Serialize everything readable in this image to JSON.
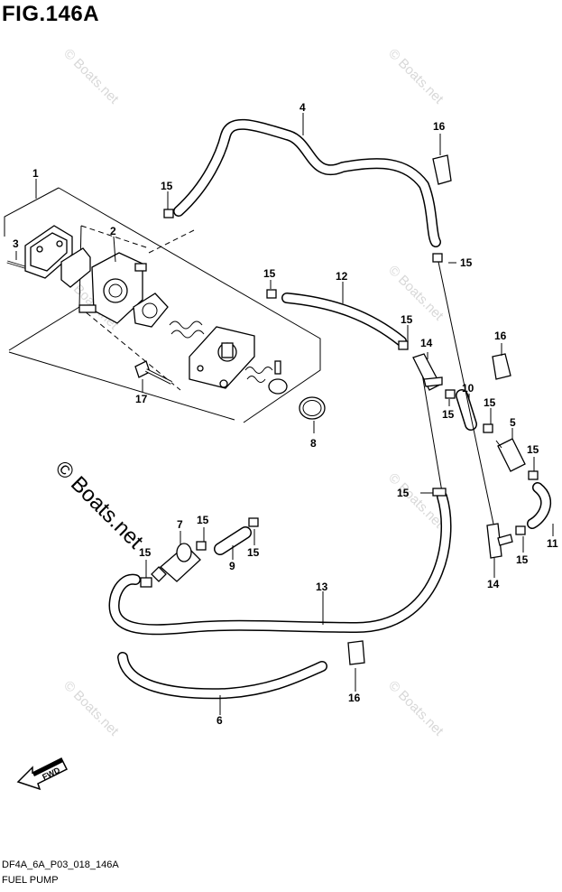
{
  "figure": {
    "title": "FIG.146A",
    "footer_code": "DF4A_6A_P03_018_146A",
    "footer_name": "FUEL PUMP"
  },
  "watermarks": {
    "small": "© Boats.net",
    "large": "© Boats.net"
  },
  "fwd_label": "FWD",
  "callouts": [
    {
      "id": "c1",
      "text": "1"
    },
    {
      "id": "c2",
      "text": "2"
    },
    {
      "id": "c3",
      "text": "3"
    },
    {
      "id": "c4",
      "text": "4"
    },
    {
      "id": "c5",
      "text": "5"
    },
    {
      "id": "c6",
      "text": "6"
    },
    {
      "id": "c7",
      "text": "7"
    },
    {
      "id": "c8",
      "text": "8"
    },
    {
      "id": "c9",
      "text": "9"
    },
    {
      "id": "c10",
      "text": "10"
    },
    {
      "id": "c11",
      "text": "11"
    },
    {
      "id": "c12",
      "text": "12"
    },
    {
      "id": "c13",
      "text": "13"
    },
    {
      "id": "c14a",
      "text": "14"
    },
    {
      "id": "c14b",
      "text": "14"
    },
    {
      "id": "c15a",
      "text": "15"
    },
    {
      "id": "c15b",
      "text": "15"
    },
    {
      "id": "c15c",
      "text": "15"
    },
    {
      "id": "c15d",
      "text": "15"
    },
    {
      "id": "c15e",
      "text": "15"
    },
    {
      "id": "c15f",
      "text": "15"
    },
    {
      "id": "c15g",
      "text": "15"
    },
    {
      "id": "c15h",
      "text": "15"
    },
    {
      "id": "c15i",
      "text": "15"
    },
    {
      "id": "c15j",
      "text": "15"
    },
    {
      "id": "c15k",
      "text": "15"
    },
    {
      "id": "c15l",
      "text": "15"
    },
    {
      "id": "c16a",
      "text": "16"
    },
    {
      "id": "c16b",
      "text": "16"
    },
    {
      "id": "c16c",
      "text": "16"
    },
    {
      "id": "c17",
      "text": "17"
    }
  ]
}
